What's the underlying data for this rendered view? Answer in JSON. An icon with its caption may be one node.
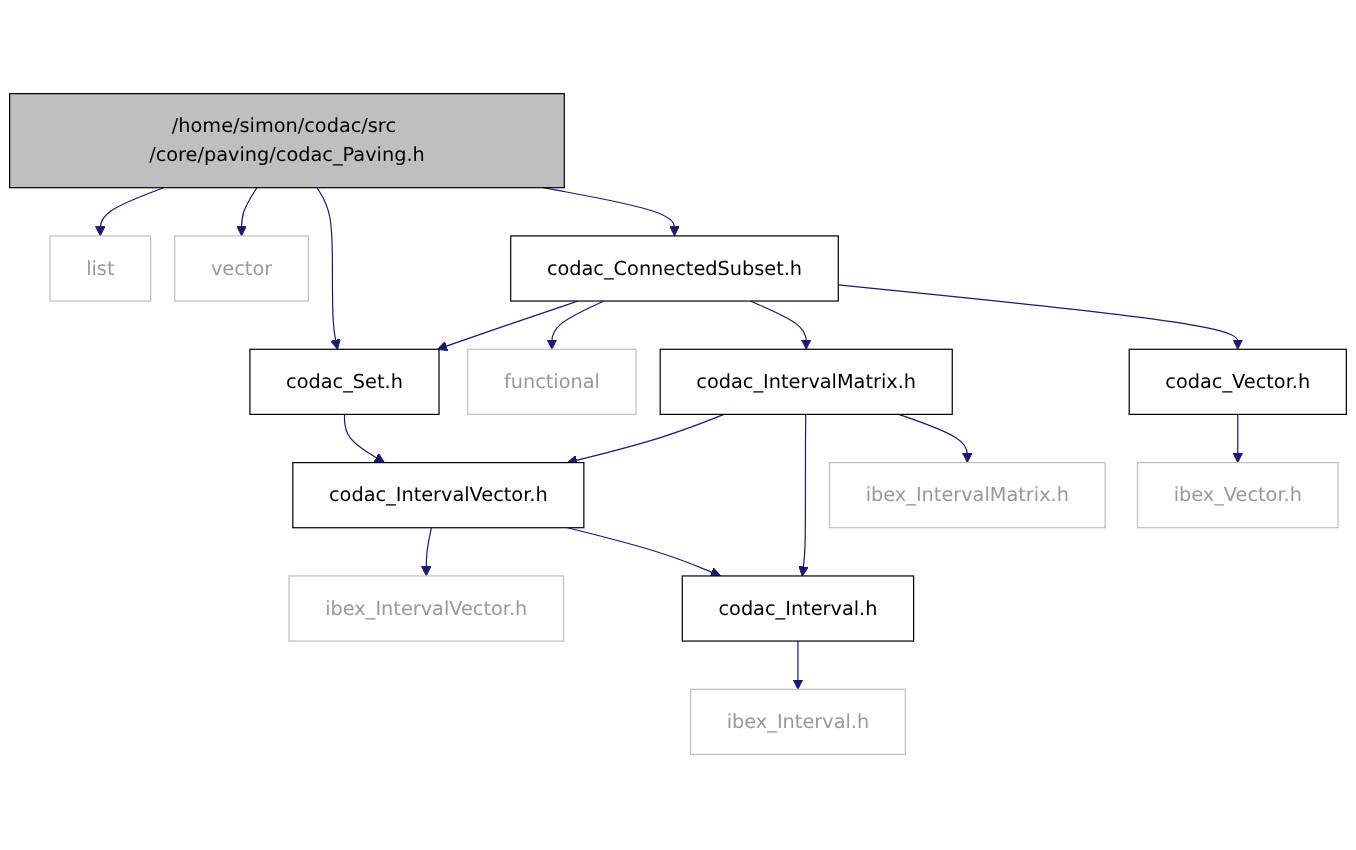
{
  "diagram": {
    "nodes": [
      {
        "text": [
          "/home/simon/codac/src /core/paving/codac_Paving.h"
        ]
      },
      {
        "text": [
          "list"
        ]
      },
      {
        "text": [
          "vector"
        ]
      },
      {
        "text": [
          "codac_ConnectedSubset.h"
        ]
      },
      {
        "text": [
          "codac_Set.h"
        ]
      },
      {
        "text": [
          "functional"
        ]
      },
      {
        "text": [
          "codac_IntervalMatrix.h"
        ]
      },
      {
        "text": [
          "codac_Vector.h"
        ]
      },
      {
        "text": [
          "codac_IntervalVector.h"
        ]
      },
      {
        "text": [
          "ibex_IntervalMatrix.h"
        ]
      },
      {
        "text": [
          "ibex_Vector.h"
        ]
      },
      {
        "text": [
          "ibex_IntervalVector.h"
        ]
      },
      {
        "text": [
          "codac_Interval.h"
        ]
      },
      {
        "text": [
          "ibex_Interval.h"
        ]
      }
    ],
    "edges": [
      {
        "from": 0,
        "to": 1,
        "arrow": "to"
      },
      {
        "from": 0,
        "to": 2,
        "arrow": "to"
      },
      {
        "from": 0,
        "to": 4,
        "arrow": "to"
      },
      {
        "from": 0,
        "to": 3,
        "arrow": "to"
      },
      {
        "from": 3,
        "to": 4,
        "arrow": "to"
      },
      {
        "from": 3,
        "to": 5,
        "arrow": "to"
      },
      {
        "from": 3,
        "to": 6,
        "arrow": "to"
      },
      {
        "from": 3,
        "to": 7,
        "arrow": "to"
      },
      {
        "from": 4,
        "to": 8,
        "arrow": "to"
      },
      {
        "from": 6,
        "to": 8,
        "arrow": "to"
      },
      {
        "from": 6,
        "to": 12,
        "arrow": "to"
      },
      {
        "from": 6,
        "to": 9,
        "arrow": "to"
      },
      {
        "from": 7,
        "to": 10,
        "arrow": "to"
      },
      {
        "from": 8,
        "to": 11,
        "arrow": "to"
      },
      {
        "from": 8,
        "to": 12,
        "arrow": "to"
      },
      {
        "from": 12,
        "to": 13,
        "arrow": "to"
      }
    ]
  }
}
